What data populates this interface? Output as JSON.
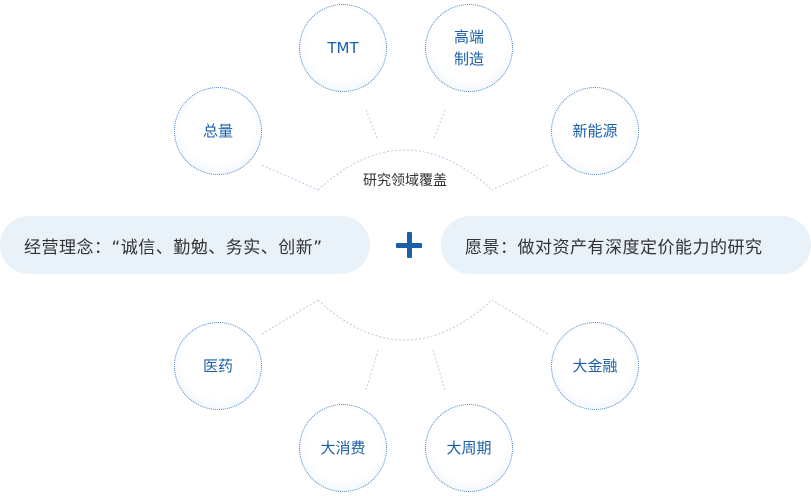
{
  "left_pill": {
    "text": "经营理念：“诚信、勤勉、务实、创新”"
  },
  "right_pill": {
    "text": "愿景：做对资产有深度定价能力的研究"
  },
  "center": {
    "label": "研究领域覆盖",
    "plus": "+"
  },
  "top_bubbles": [
    {
      "label": "总量"
    },
    {
      "label": "TMT"
    },
    {
      "label": "高端\n制造"
    },
    {
      "label": "新能源"
    }
  ],
  "bottom_bubbles": [
    {
      "label": "医药"
    },
    {
      "label": "大消费"
    },
    {
      "label": "大周期"
    },
    {
      "label": "大金融"
    }
  ],
  "colors": {
    "accent": "#1a5fa8",
    "pill_bg": "#e9f1f9",
    "dotted_line": "#b9cde3"
  }
}
